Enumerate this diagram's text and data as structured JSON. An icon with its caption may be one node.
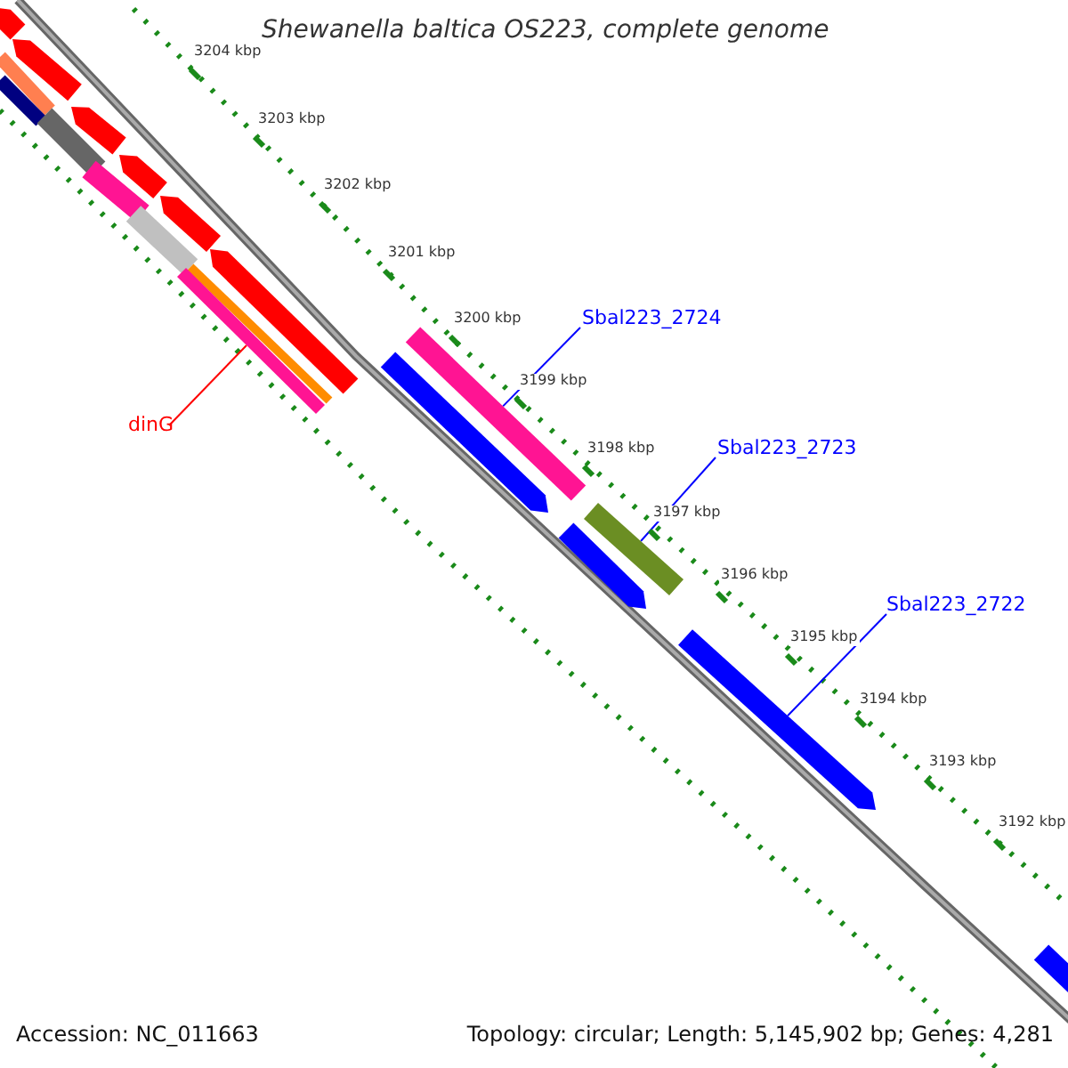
{
  "diagram": {
    "title": "Shewanella baltica OS223, complete genome",
    "nodes": [
      {
        "text": [
          "dinG"
        ]
      },
      {
        "text": [],
        "shape": "bar"
      },
      {
        "text": [
          "Sbal223_2724"
        ]
      },
      {
        "text": [],
        "shape": "bar"
      },
      {
        "text": [
          "Sbal223_2723"
        ]
      },
      {
        "text": [],
        "shape": "bar"
      },
      {
        "text": [
          "Sbal223_2722"
        ]
      },
      {
        "text": [],
        "shape": "bar"
      }
    ],
    "edges": [
      {
        "from": 0,
        "to": 1,
        "arrow": "none",
        "color": "#ff0000"
      },
      {
        "from": 2,
        "to": 3,
        "arrow": "none"
      },
      {
        "from": 4,
        "to": 5,
        "arrow": "none"
      },
      {
        "from": 6,
        "to": 7,
        "arrow": "none"
      }
    ],
    "labels": [
      "3204 kbp",
      "3203 kbp",
      "3202 kbp",
      "3201 kbp",
      "3200 kbp",
      "3199 kbp",
      "3198 kbp",
      "3197 kbp",
      "3196 kbp",
      "3195 kbp",
      "3194 kbp",
      "3193 kbp",
      "3192 kbp",
      "Accession: NC_011663",
      "Topology: circular; Length: 5,145,902 bp; Genes: 4,281"
    ]
  }
}
